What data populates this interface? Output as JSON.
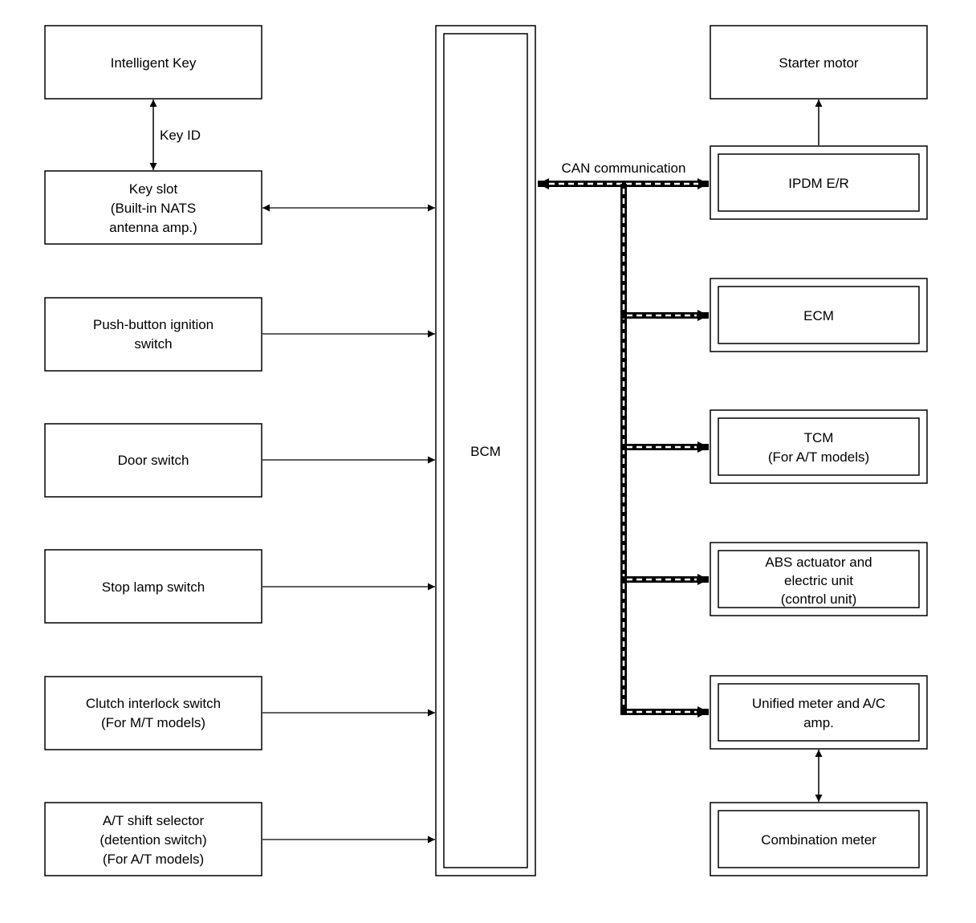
{
  "colors": {
    "line": "#000000",
    "background": "#ffffff",
    "can_dash": "#ffffff"
  },
  "left_boxes": [
    {
      "id": "intelligent-key",
      "lines": [
        "Intelligent Key"
      ]
    },
    {
      "id": "key-slot",
      "lines": [
        "Key slot",
        "(Built-in NATS",
        "antenna amp.)"
      ]
    },
    {
      "id": "push-button-ignition-switch",
      "lines": [
        "Push-button ignition",
        "switch"
      ]
    },
    {
      "id": "door-switch",
      "lines": [
        "Door switch"
      ]
    },
    {
      "id": "stop-lamp-switch",
      "lines": [
        "Stop lamp switch"
      ]
    },
    {
      "id": "clutch-interlock-switch",
      "lines": [
        "Clutch interlock switch",
        "(For M/T models)"
      ]
    },
    {
      "id": "at-shift-selector",
      "lines": [
        "A/T shift selector",
        "(detention switch)",
        "(For A/T models)"
      ]
    }
  ],
  "center": {
    "bcm_label": "BCM"
  },
  "right_boxes": [
    {
      "id": "starter-motor",
      "lines": [
        "Starter motor"
      ]
    },
    {
      "id": "ipdm-er",
      "lines": [
        "IPDM E/R"
      ]
    },
    {
      "id": "ecm",
      "lines": [
        "ECM"
      ]
    },
    {
      "id": "tcm",
      "lines": [
        "TCM",
        "(For A/T models)"
      ]
    },
    {
      "id": "abs-actuator",
      "lines": [
        "ABS actuator and",
        "electric unit",
        "(control unit)"
      ]
    },
    {
      "id": "unified-meter",
      "lines": [
        "Unified meter and A/C",
        "amp."
      ]
    },
    {
      "id": "combination-meter",
      "lines": [
        "Combination meter"
      ]
    }
  ],
  "labels": {
    "key_id": "Key ID",
    "can_communication": "CAN communication"
  }
}
